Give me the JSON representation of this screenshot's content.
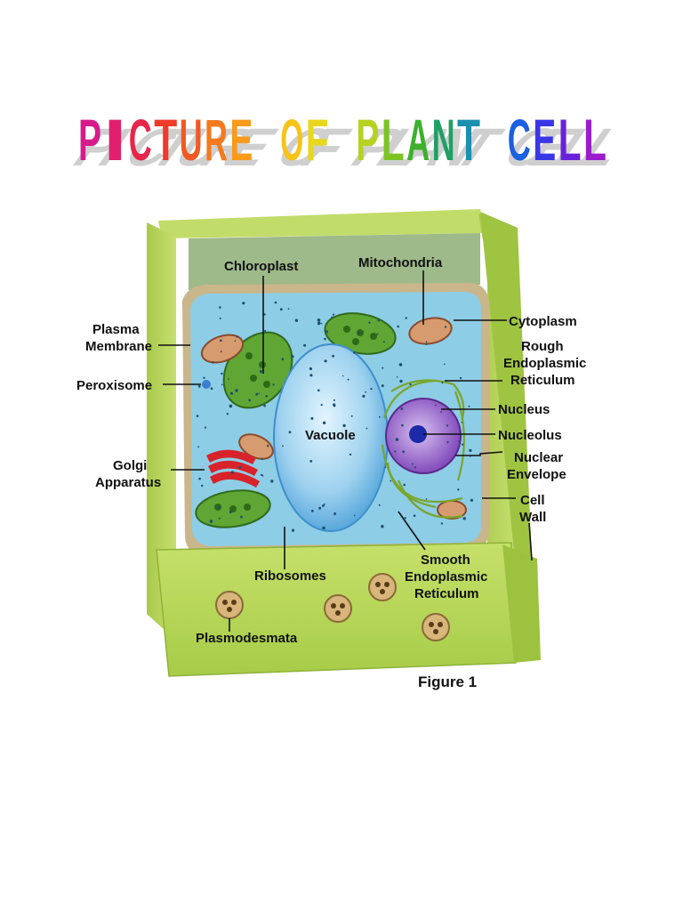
{
  "title": {
    "text": "PICTURE OF PLANT CELL",
    "letters": [
      {
        "ch": "P",
        "color": "#d81b8c"
      },
      {
        "ch": "I",
        "color": "#e0206e"
      },
      {
        "ch": "C",
        "color": "#e8264a"
      },
      {
        "ch": "T",
        "color": "#ee3b2a"
      },
      {
        "ch": "U",
        "color": "#f05a22"
      },
      {
        "ch": "R",
        "color": "#f47a1e"
      },
      {
        "ch": "E",
        "color": "#f89a1a"
      },
      {
        "ch": " ",
        "color": "#ffffff"
      },
      {
        "ch": "O",
        "color": "#f6c318"
      },
      {
        "ch": "F",
        "color": "#e8d71c"
      },
      {
        "ch": " ",
        "color": "#ffffff"
      },
      {
        "ch": "P",
        "color": "#b6d21e"
      },
      {
        "ch": "L",
        "color": "#7cc326"
      },
      {
        "ch": "A",
        "color": "#3db02e"
      },
      {
        "ch": "N",
        "color": "#1fa064"
      },
      {
        "ch": "T",
        "color": "#1a8fb0"
      },
      {
        "ch": " ",
        "color": "#ffffff"
      },
      {
        "ch": "C",
        "color": "#1c5fe0"
      },
      {
        "ch": "E",
        "color": "#3a36e6"
      },
      {
        "ch": "L",
        "color": "#6a22d8"
      },
      {
        "ch": "L",
        "color": "#9a1ccc"
      }
    ]
  },
  "labels": {
    "chloroplast": "Chloroplast",
    "mitochondria": "Mitochondria",
    "plasma_membrane": [
      "Plasma",
      "Membrane"
    ],
    "cytoplasm": "Cytoplasm",
    "rough_er": [
      "Rough",
      "Endoplasmic",
      "Reticulum"
    ],
    "peroxisome": "Peroxisome",
    "nucleus": "Nucleus",
    "vacuole": "Vacuole",
    "nucleolus": "Nucleolus",
    "nuclear_envelope": [
      "Nuclear",
      "Envelope"
    ],
    "golgi": [
      "Golgi",
      "Apparatus"
    ],
    "cell_wall": [
      "Cell",
      "Wall"
    ],
    "smooth_er": [
      "Smooth",
      "Endoplasmic",
      "Reticulum"
    ],
    "ribosomes": "Ribosomes",
    "plasmodesmata": "Plasmodesmata"
  },
  "caption": "Figure 1",
  "colors": {
    "wall": "#b5d55a",
    "wall_dark": "#8fb23a",
    "cytoplasm": "#8fd0e8",
    "vacuole": "#a8d8f0",
    "chloroplast": "#4f9a2c",
    "golgi": "#d8232a",
    "nucleus": "#9c6fc8"
  }
}
